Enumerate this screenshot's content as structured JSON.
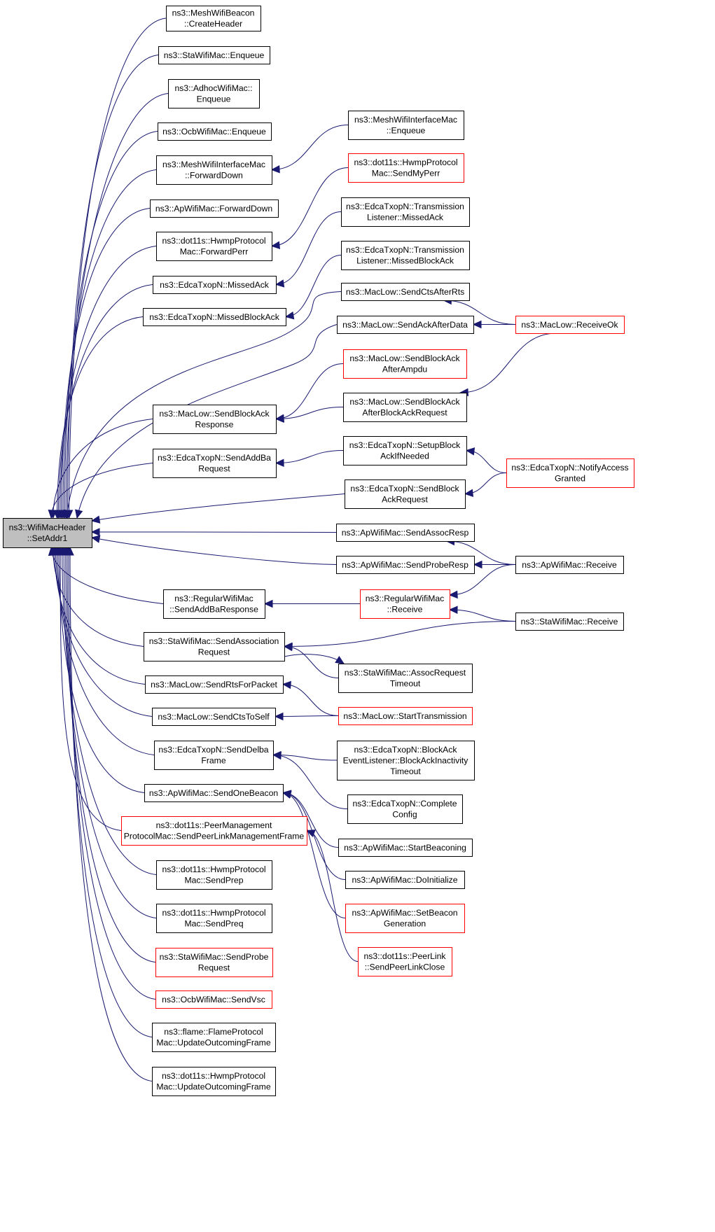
{
  "graph": {
    "colors": {
      "edge": "#191970",
      "normal_border": "#000000",
      "red_border": "#ff0000",
      "root_fill": "#bfbfbf"
    },
    "root": {
      "id": "root",
      "lines": [
        "ns3::WifiMacHeader",
        "::SetAddr1"
      ]
    },
    "nodes": [
      {
        "id": "meshBeacon",
        "lines": [
          "ns3::MeshWifiBeacon",
          "::CreateHeader"
        ],
        "red": false
      },
      {
        "id": "staEnq",
        "lines": [
          "ns3::StaWifiMac::Enqueue"
        ],
        "red": false
      },
      {
        "id": "adhocEnq",
        "lines": [
          "ns3::AdhocWifiMac::",
          "Enqueue"
        ],
        "red": false
      },
      {
        "id": "ocbEnq",
        "lines": [
          "ns3::OcbWifiMac::Enqueue"
        ],
        "red": false
      },
      {
        "id": "meshFwd",
        "lines": [
          "ns3::MeshWifiInterfaceMac",
          "::ForwardDown"
        ],
        "red": false
      },
      {
        "id": "apFwd",
        "lines": [
          "ns3::ApWifiMac::ForwardDown"
        ],
        "red": false
      },
      {
        "id": "hwmpFwdPerr",
        "lines": [
          "ns3::dot11s::HwmpProtocol",
          "Mac::ForwardPerr"
        ],
        "red": false
      },
      {
        "id": "edcaMissedAck",
        "lines": [
          "ns3::EdcaTxopN::MissedAck"
        ],
        "red": false
      },
      {
        "id": "edcaMissedBlockAck",
        "lines": [
          "ns3::EdcaTxopN::MissedBlockAck"
        ],
        "red": false
      },
      {
        "id": "macLowSendBAResp",
        "lines": [
          "ns3::MacLow::SendBlockAck",
          "Response"
        ],
        "red": false
      },
      {
        "id": "edcaSendAddBa",
        "lines": [
          "ns3::EdcaTxopN::SendAddBa",
          "Request"
        ],
        "red": false
      },
      {
        "id": "regSendAddBaResp",
        "lines": [
          "ns3::RegularWifiMac",
          "::SendAddBaResponse"
        ],
        "red": false
      },
      {
        "id": "staSendAssoc",
        "lines": [
          "ns3::StaWifiMac::SendAssociation",
          "Request"
        ],
        "red": false
      },
      {
        "id": "macLowSendRts",
        "lines": [
          "ns3::MacLow::SendRtsForPacket"
        ],
        "red": false
      },
      {
        "id": "macLowSendCtsSelf",
        "lines": [
          "ns3::MacLow::SendCtsToSelf"
        ],
        "red": false
      },
      {
        "id": "edcaSendDelba",
        "lines": [
          "ns3::EdcaTxopN::SendDelba",
          "Frame"
        ],
        "red": false
      },
      {
        "id": "apSendBeacon",
        "lines": [
          "ns3::ApWifiMac::SendOneBeacon"
        ],
        "red": false
      },
      {
        "id": "peerMgmt",
        "lines": [
          "ns3::dot11s::PeerManagement",
          "ProtocolMac::SendPeerLinkManagementFrame"
        ],
        "red": true
      },
      {
        "id": "hwmpSendPrep",
        "lines": [
          "ns3::dot11s::HwmpProtocol",
          "Mac::SendPrep"
        ],
        "red": false
      },
      {
        "id": "hwmpSendPreq",
        "lines": [
          "ns3::dot11s::HwmpProtocol",
          "Mac::SendPreq"
        ],
        "red": false
      },
      {
        "id": "staSendProbe",
        "lines": [
          "ns3::StaWifiMac::SendProbe",
          "Request"
        ],
        "red": true
      },
      {
        "id": "ocbSendVsc",
        "lines": [
          "ns3::OcbWifiMac::SendVsc"
        ],
        "red": true
      },
      {
        "id": "flameUpdate",
        "lines": [
          "ns3::flame::FlameProtocol",
          "Mac::UpdateOutcomingFrame"
        ],
        "red": false
      },
      {
        "id": "hwmpUpdate",
        "lines": [
          "ns3::dot11s::HwmpProtocol",
          "Mac::UpdateOutcomingFrame"
        ],
        "red": false
      },
      {
        "id": "meshEnq",
        "lines": [
          "ns3::MeshWifiInterfaceMac",
          "::Enqueue"
        ],
        "red": false
      },
      {
        "id": "hwmpSendMyPerr",
        "lines": [
          "ns3::dot11s::HwmpProtocol",
          "Mac::SendMyPerr"
        ],
        "red": true
      },
      {
        "id": "txListMissedAck",
        "lines": [
          "ns3::EdcaTxopN::Transmission",
          "Listener::MissedAck"
        ],
        "red": false
      },
      {
        "id": "txListMissedBlockAck",
        "lines": [
          "ns3::EdcaTxopN::Transmission",
          "Listener::MissedBlockAck"
        ],
        "red": false
      },
      {
        "id": "macLowSendCtsAfterRts",
        "lines": [
          "ns3::MacLow::SendCtsAfterRts"
        ],
        "red": false
      },
      {
        "id": "macLowSendAckAfterData",
        "lines": [
          "ns3::MacLow::SendAckAfterData"
        ],
        "red": false
      },
      {
        "id": "macLowSendBAAfterAmpdu",
        "lines": [
          "ns3::MacLow::SendBlockAck",
          "AfterAmpdu"
        ],
        "red": true
      },
      {
        "id": "macLowSendBAAfterBAR",
        "lines": [
          "ns3::MacLow::SendBlockAck",
          "AfterBlockAckRequest"
        ],
        "red": false
      },
      {
        "id": "edcaSetupBlockAck",
        "lines": [
          "ns3::EdcaTxopN::SetupBlock",
          "AckIfNeeded"
        ],
        "red": false
      },
      {
        "id": "edcaSendBAR",
        "lines": [
          "ns3::EdcaTxopN::SendBlock",
          "AckRequest"
        ],
        "red": false
      },
      {
        "id": "apSendAssocResp",
        "lines": [
          "ns3::ApWifiMac::SendAssocResp"
        ],
        "red": false
      },
      {
        "id": "apSendProbeResp",
        "lines": [
          "ns3::ApWifiMac::SendProbeResp"
        ],
        "red": false
      },
      {
        "id": "regReceive",
        "lines": [
          "ns3::RegularWifiMac",
          "::Receive"
        ],
        "red": true
      },
      {
        "id": "staAssocTimeout",
        "lines": [
          "ns3::StaWifiMac::AssocRequest",
          "Timeout"
        ],
        "red": false
      },
      {
        "id": "macLowStartTx",
        "lines": [
          "ns3::MacLow::StartTransmission"
        ],
        "red": true
      },
      {
        "id": "baEventListener",
        "lines": [
          "ns3::EdcaTxopN::BlockAck",
          "EventListener::BlockAckInactivity",
          "Timeout"
        ],
        "red": false
      },
      {
        "id": "edcaCompleteConfig",
        "lines": [
          "ns3::EdcaTxopN::Complete",
          "Config"
        ],
        "red": false
      },
      {
        "id": "apStartBeaconing",
        "lines": [
          "ns3::ApWifiMac::StartBeaconing"
        ],
        "red": false
      },
      {
        "id": "apDoInit",
        "lines": [
          "ns3::ApWifiMac::DoInitialize"
        ],
        "red": false
      },
      {
        "id": "apSetBeaconGen",
        "lines": [
          "ns3::ApWifiMac::SetBeacon",
          "Generation"
        ],
        "red": true
      },
      {
        "id": "peerLinkClose",
        "lines": [
          "ns3::dot11s::PeerLink",
          "::SendPeerLinkClose"
        ],
        "red": true
      },
      {
        "id": "macLowReceiveOk",
        "lines": [
          "ns3::MacLow::ReceiveOk"
        ],
        "red": true
      },
      {
        "id": "edcaNotifyAccess",
        "lines": [
          "ns3::EdcaTxopN::NotifyAccess",
          "Granted"
        ],
        "red": true
      },
      {
        "id": "apReceive",
        "lines": [
          "ns3::ApWifiMac::Receive"
        ],
        "red": false
      },
      {
        "id": "staReceive",
        "lines": [
          "ns3::StaWifiMac::Receive"
        ],
        "red": false
      }
    ]
  }
}
